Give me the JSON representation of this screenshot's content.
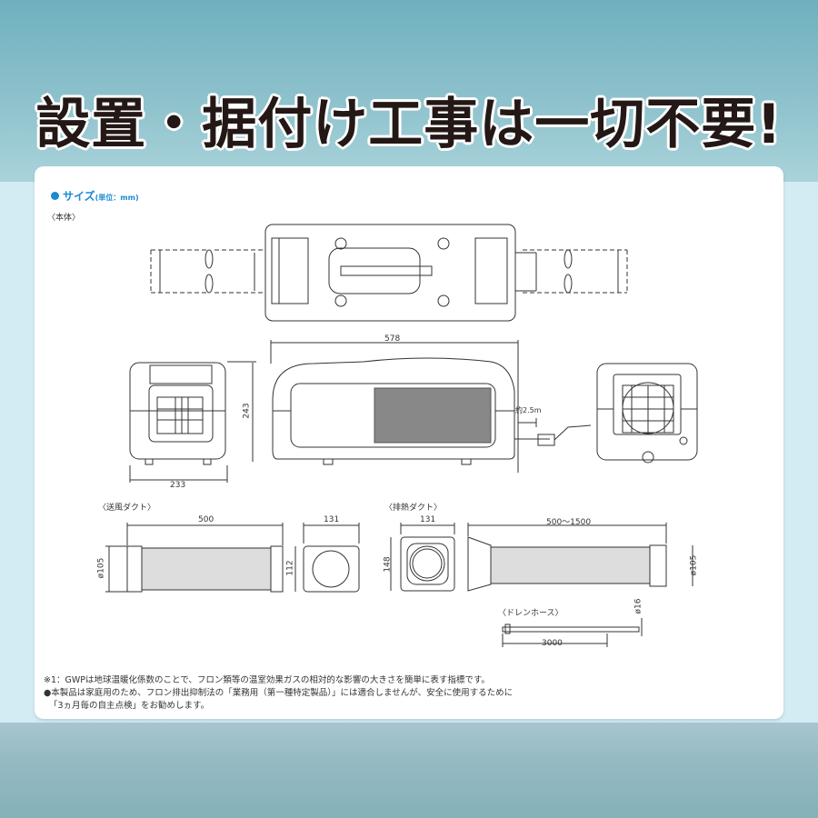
{
  "headline": "設置・据付け工事は一切不要!",
  "size_section": {
    "bullet_icon": "blue-dot-icon",
    "title": "サイズ",
    "unit": "(単位：mm)",
    "accent_color": "#1a8ad4"
  },
  "main_unit": {
    "label": "〈本体〉",
    "width_mm": "578",
    "depth_mm": "233",
    "height_mm": "243",
    "cord_length": "約2.5m"
  },
  "supply_duct": {
    "label": "〈送風ダクト〉",
    "length": "500",
    "diameter": "ø105",
    "flange_width": "131",
    "flange_height": "112"
  },
  "exhaust_duct": {
    "label": "〈排熱ダクト〉",
    "flange_width": "131",
    "flange_height": "148",
    "length": "500〜1500",
    "diameter": "ø105"
  },
  "drain_hose": {
    "label": "〈ドレンホース〉",
    "length": "3000",
    "diameter": "ø16"
  },
  "notes": {
    "note1": "※1：GWPは地球温暖化係数のことで、フロン類等の温室効果ガスの相対的な影響の大きさを簡単に表す指標です。",
    "note2": "●本製品は家庭用のため、フロン排出抑制法の「業務用（第一種特定製品）」には適合しませんが、安全に使用するために",
    "note3": "「3ヵ月毎の自主点検」をお勧めします。"
  }
}
